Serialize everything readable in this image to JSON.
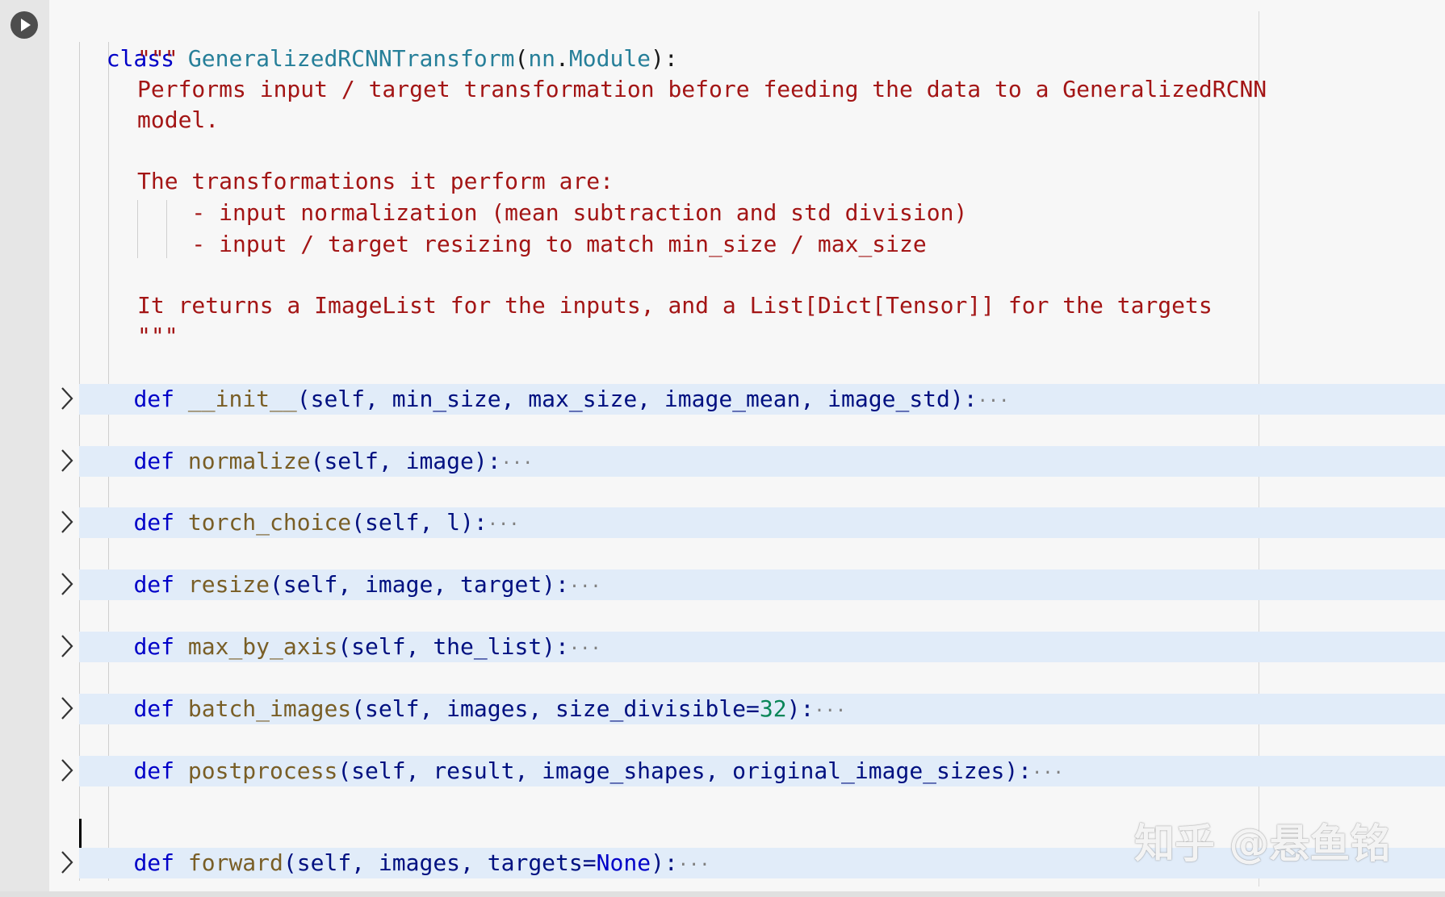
{
  "cell": {
    "run_label": "Run cell",
    "class_line": {
      "kw": "class",
      "name": "GeneralizedRCNNTransform",
      "open": "(",
      "base_mod": "nn",
      "dot": ".",
      "base_cls": "Module",
      "close": "):"
    },
    "docstring": [
      "\"\"\"",
      "Performs input / target transformation before feeding the data to a GeneralizedRCNN",
      "model.",
      "",
      "The transformations it perform are:",
      "    - input normalization (mean subtraction and std division)",
      "    - input / target resizing to match min_size / max_size",
      "",
      "It returns a ImageList for the inputs, and a List[Dict[Tensor]] for the targets",
      "\"\"\""
    ],
    "methods": [
      {
        "kw": "def",
        "name": "__init__",
        "sig": "(self, min_size, max_size, image_mean, image_std):",
        "fold": "···"
      },
      {
        "kw": "def",
        "name": "normalize",
        "sig": "(self, image):",
        "fold": "···"
      },
      {
        "kw": "def",
        "name": "torch_choice",
        "sig": "(self, l):",
        "fold": "···"
      },
      {
        "kw": "def",
        "name": "resize",
        "sig": "(self, image, target):",
        "fold": "···"
      },
      {
        "kw": "def",
        "name": "max_by_axis",
        "sig": "(self, the_list):",
        "fold": "···"
      },
      {
        "kw": "def",
        "name": "batch_images",
        "sig_a": "(self, images, size_divisible=",
        "num": "32",
        "sig_b": "):",
        "fold": "···"
      },
      {
        "kw": "def",
        "name": "postprocess",
        "sig": "(self, result, image_shapes, original_image_sizes):",
        "fold": "···"
      },
      {
        "kw": "def",
        "name": "forward",
        "sig_a": "(self, images, targets=",
        "const": "None",
        "sig_b": "):",
        "fold": "···"
      }
    ]
  },
  "watermark": "知乎 @悬鱼铭",
  "colors": {
    "keyword": "#0000c8",
    "class_name": "#267f99",
    "function": "#795e26",
    "string": "#a31515",
    "number": "#098658",
    "fold_highlight": "#e1ecf9"
  }
}
